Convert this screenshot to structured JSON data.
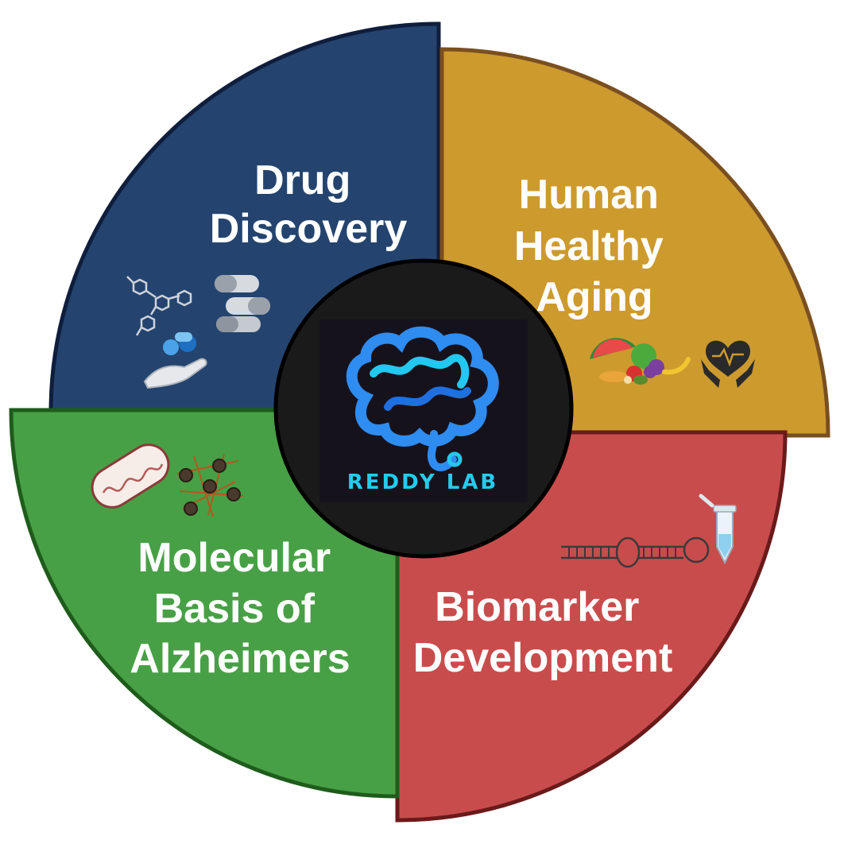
{
  "center": {
    "logo_text": "REDDY LAB",
    "logo_color": "#22ccee"
  },
  "quadrants": [
    {
      "id": "drug-discovery",
      "lines": [
        "Drug",
        "Discovery"
      ],
      "fill": "#24446f",
      "stroke": "#0f1e3c",
      "icons": [
        "molecule-structure-icon",
        "capsule-pills-icon",
        "hand-with-pills-icon"
      ]
    },
    {
      "id": "human-healthy-aging",
      "lines": [
        "Human",
        "Healthy",
        "Aging"
      ],
      "fill": "#cd9a2e",
      "stroke": "#7a4f20",
      "icons": [
        "fruits-vegetables-icon",
        "heart-care-hands-icon"
      ]
    },
    {
      "id": "biomarker-development",
      "lines": [
        "Biomarker",
        "Development"
      ],
      "fill": "#c94c4c",
      "stroke": "#6a1a1a",
      "icons": [
        "dna-hairpin-probe-icon",
        "test-tube-icon"
      ]
    },
    {
      "id": "molecular-basis-of-alzheimers",
      "lines": [
        "Molecular",
        "Basis of",
        "Alzheimers"
      ],
      "fill": "#47a045",
      "stroke": "#1f5c1c",
      "icons": [
        "mitochondria-icon",
        "amyloid-plaques-icon"
      ]
    }
  ]
}
